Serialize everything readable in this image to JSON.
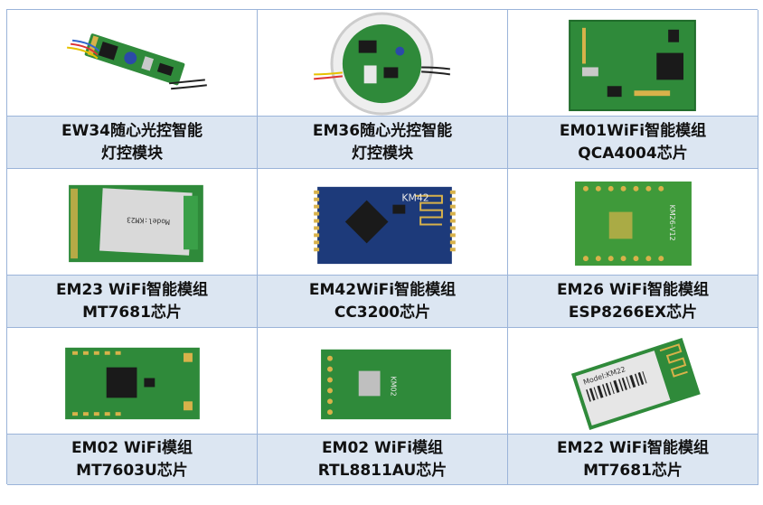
{
  "modules": [
    {
      "id": "EW34",
      "line1": "EW34随心光控智能",
      "line2": "灯控模块",
      "image": "led-controller-board-with-wires"
    },
    {
      "id": "EM36",
      "line1": "EM36随心光控智能",
      "line2": "灯控模块",
      "image": "round-controller-board-with-wires"
    },
    {
      "id": "EM01",
      "line1": "EM01WiFi智能模组",
      "line2": "QCA4004芯片",
      "image": "wifi-module-qca4004"
    },
    {
      "id": "EM23",
      "line1": "EM23 WiFi智能模组",
      "line2": "MT7681芯片",
      "image": "wifi-module-mt7681-labeled",
      "label_text": "Model:KM23"
    },
    {
      "id": "EM42",
      "line1": "EM42WiFi智能模组",
      "line2": "CC3200芯片",
      "image": "wifi-module-cc3200",
      "silk_text": "KM42"
    },
    {
      "id": "EM26",
      "line1": "EM26 WiFi智能模组",
      "line2": "ESP8266EX芯片",
      "image": "wifi-module-esp8266",
      "silk_text": "KM26-V12"
    },
    {
      "id": "EM02a",
      "line1": "EM02 WiFi模组",
      "line2": "MT7603U芯片",
      "image": "wifi-module-mt7603u"
    },
    {
      "id": "EM02b",
      "line1": "EM02 WiFi模组",
      "line2": "RTL8811AU芯片",
      "image": "wifi-module-rtl8811au",
      "silk_text": "KM02"
    },
    {
      "id": "EM22",
      "line1": "EM22 WiFi智能模组",
      "line2": "MT7681芯片",
      "image": "wifi-module-mt7681-shield",
      "label_text": "Model:KM22"
    }
  ],
  "colors": {
    "caption_bg": "#dce6f2",
    "grid_border": "#9bb4d9",
    "pcb_green": "#2f8a3a",
    "pcb_dark": "#1f6b2a",
    "pcb_blue": "#1d3a7a",
    "chip_black": "#1a1a1a",
    "gold_pad": "#d8b24a"
  }
}
